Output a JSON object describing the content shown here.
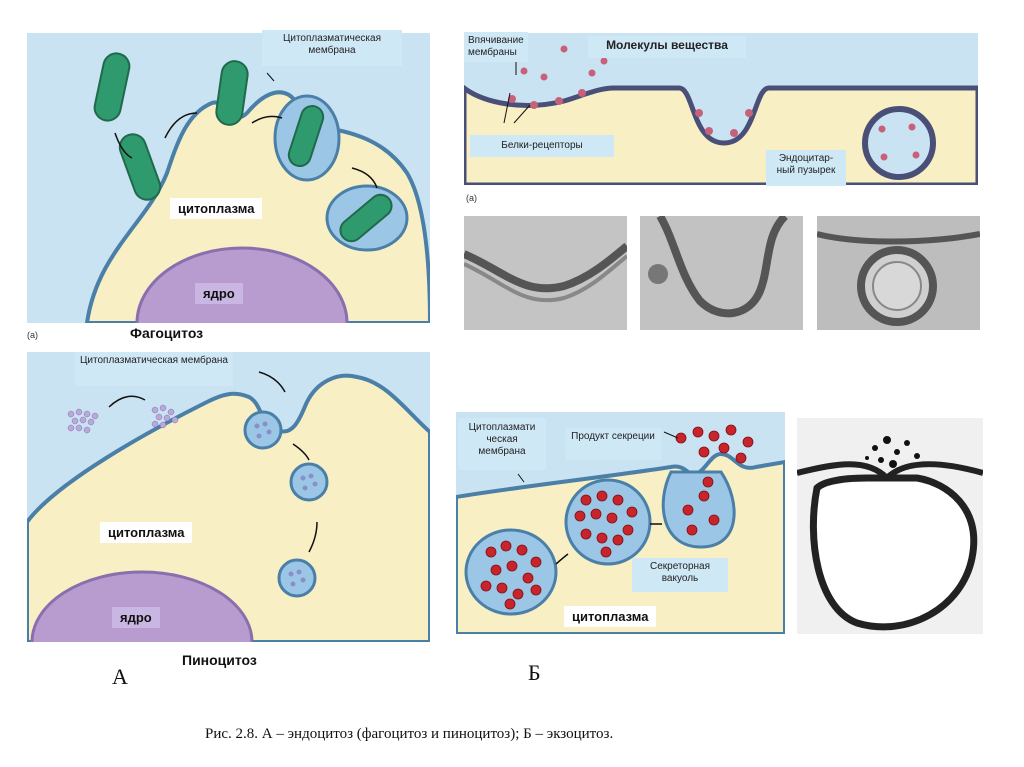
{
  "phago": {
    "membrane_label": "Цитоплазматическая мембрана",
    "cytoplasm": "цитоплазма",
    "nucleus": "ядро",
    "panel_tag": "(a)",
    "title": "Фагоцитоз"
  },
  "pino": {
    "membrane_label": "Цитоплазматическая мембрана",
    "cytoplasm": "цитоплазма",
    "nucleus": "ядро",
    "title": "Пиноцитоз",
    "letter": "А"
  },
  "receptor": {
    "invagination": "Впячивание мембраны",
    "molecules": "Молекулы вещества",
    "receptor_proteins": "Белки-рецепторы",
    "vesicle": "Эндоцитар-ный пузырек",
    "panel_tag": "(a)"
  },
  "exo": {
    "membrane_label": "Цитоплазмати ческая мембрана",
    "product": "Продукт секреции",
    "vacuole": "Секреторная вакуоль",
    "cytoplasm": "цитоплазма",
    "letter": "Б"
  },
  "caption": "Рис. 2.8. А – эндоцитоз (фагоцитоз и пиноцитоз); Б – экзоцитоз.",
  "colors": {
    "background_blue": "#c9e3f3",
    "cytoplasm_yellow": "#f8efc4",
    "membrane": "#4a7fa8",
    "nucleus": "#b89ccf",
    "bacterium": "#2f9a6e",
    "secretion": "#c8242c"
  }
}
